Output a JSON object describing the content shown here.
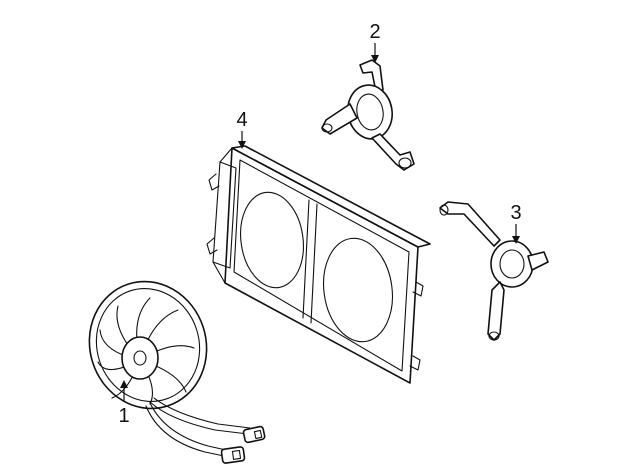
{
  "callouts": {
    "fan": "1",
    "upper_bracket": "2",
    "lower_bracket": "3",
    "shroud": "4"
  }
}
